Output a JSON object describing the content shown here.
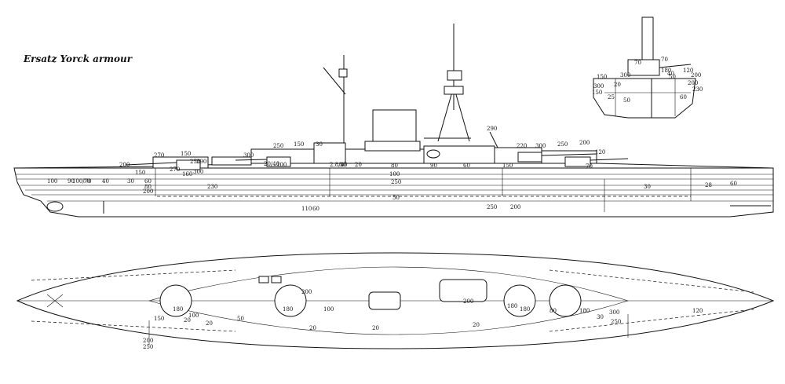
{
  "title": "Ersatz Yorck armour",
  "profile_labels": [
    "270",
    "150",
    "200",
    "250",
    "290",
    "150",
    "300",
    "160",
    "270",
    "100",
    "90",
    "40",
    "30",
    "60",
    "70",
    "100/70",
    "80",
    "200",
    "230",
    "250",
    "150",
    "30",
    "300",
    "100",
    "20/40",
    "2,8/40",
    "30",
    "20",
    "80",
    "90",
    "60",
    "150",
    "100",
    "250",
    "290",
    "220",
    "300",
    "250",
    "200",
    "120",
    "70",
    "30",
    "28",
    "60",
    "50",
    "110",
    "60",
    "250",
    "200"
  ],
  "section_labels": [
    "70",
    "300",
    "70",
    "50",
    "150",
    "180",
    "200",
    "300",
    "150",
    "20",
    "25",
    "50",
    "60",
    "40",
    "120",
    "200",
    "230"
  ],
  "plan_labels": [
    "180",
    "180",
    "100",
    "100",
    "180",
    "200",
    "200",
    "150",
    "20",
    "50",
    "20",
    "20",
    "20",
    "20",
    "80",
    "30",
    "300",
    "250",
    "120",
    "200",
    "250",
    "180",
    "180"
  ]
}
